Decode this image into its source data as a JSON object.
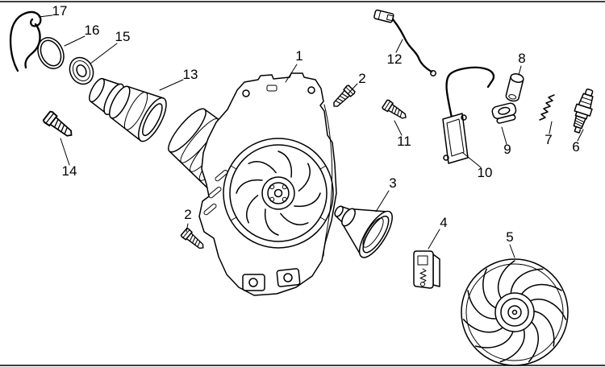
{
  "page": {
    "background": "#ffffff",
    "line_color": "#000000"
  },
  "diagram": {
    "callouts": [
      {
        "part": "1"
      },
      {
        "part": "2"
      },
      {
        "part": "2"
      },
      {
        "part": "3"
      },
      {
        "part": "4"
      },
      {
        "part": "5"
      },
      {
        "part": "6"
      },
      {
        "part": "7"
      },
      {
        "part": "8"
      },
      {
        "part": "9"
      },
      {
        "part": "10"
      },
      {
        "part": "11"
      },
      {
        "part": "12"
      },
      {
        "part": "13"
      },
      {
        "part": "14"
      },
      {
        "part": "15"
      },
      {
        "part": "16"
      },
      {
        "part": "17"
      }
    ]
  }
}
